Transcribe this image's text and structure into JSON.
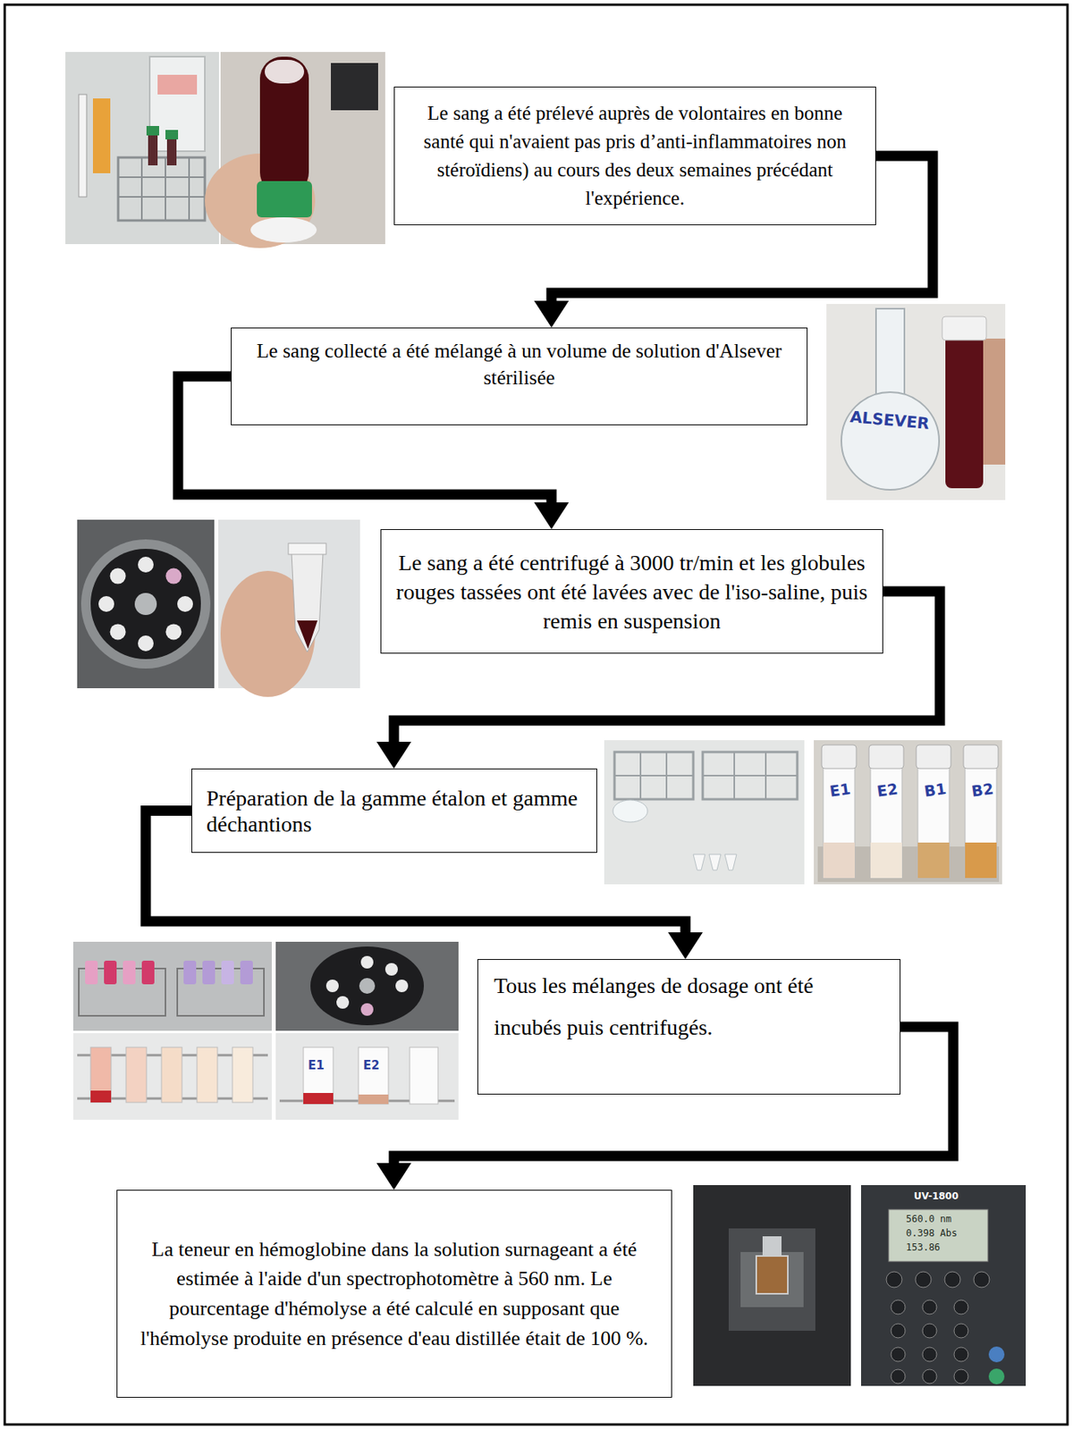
{
  "diagram": {
    "nodes": [
      {
        "text": [
          "Le sang a été prélevé auprès de volontaires en bonne santé qui n'avaient pas pris d’anti-inflammatoires non stéroïdiens) au cours des deux semaines précédant l'expérience."
        ]
      },
      {
        "text": [
          "Le sang collecté a été mélangé à un volume de solution d'Alsever stérilisée"
        ]
      },
      {
        "text": [
          "Le sang a été centrifugé à 3000 tr/min et les globules rouges tassées ont été lavées avec de l'iso-saline, puis remis en suspension"
        ]
      },
      {
        "text": [
          "Préparation de la gamme étalon et gamme déchantions"
        ]
      },
      {
        "text": [
          "Tous les mélanges de dosage ont été incubés puis centrifugés."
        ]
      },
      {
        "text": [
          "La teneur en hémoglobine dans la solution surnageant a été estimée à l'aide d'un spectrophotomètre à 560 nm. Le pourcentage d'hémolyse a été calculé en supposant que l'hémolyse produite en présence d'eau distillée était de 100 %."
        ]
      }
    ],
    "edges": [
      {
        "from": 0,
        "to": 1,
        "arrow": "to"
      },
      {
        "from": 1,
        "to": 2,
        "arrow": "to"
      },
      {
        "from": 2,
        "to": 3,
        "arrow": "to"
      },
      {
        "from": 3,
        "to": 4,
        "arrow": "to"
      },
      {
        "from": 4,
        "to": 5,
        "arrow": "to"
      }
    ],
    "labels": [
      "ALSEVER",
      "E1",
      "E2",
      "B1",
      "B2",
      "E1",
      "E2",
      "UV-1800",
      "560.0 nm",
      "0.398 Abs",
      "153.86"
    ]
  }
}
